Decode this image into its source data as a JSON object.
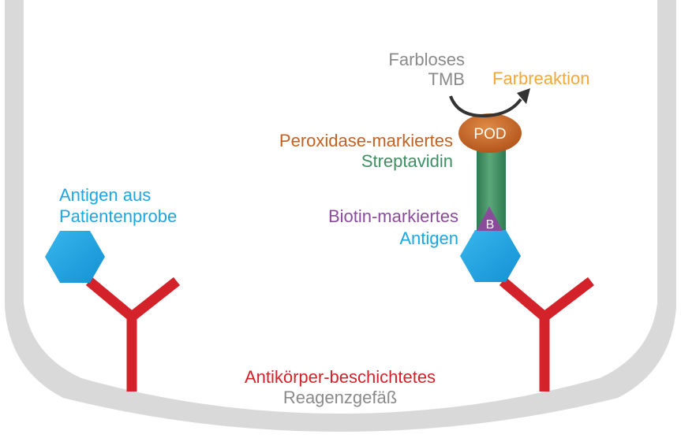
{
  "labels": {
    "farbloses_line1": "Farbloses",
    "farbloses_line2": "TMB",
    "farbreaktion": "Farbreaktion",
    "pod": "POD",
    "peroxidase_line1": "Peroxidase-markiertes",
    "peroxidase_line2": "Streptavidin",
    "biotin_line1": "Biotin-markiertes",
    "biotin_line2": "Antigen",
    "biotin_marker": "B",
    "antigen_line1": "Antigen aus",
    "antigen_line2": "Patientenprobe",
    "vessel_line1": "Antikörper-beschichtetes",
    "vessel_line2": "Reagenzgefäß"
  },
  "colors": {
    "vessel_outer": "#d9d9da",
    "vessel_inner": "#ffffff",
    "antibody": "#d3222a",
    "antigen": "#1ca6e3",
    "streptavidin": "#3f8f63",
    "pod": "#c4611f",
    "biotin": "#8a4b9a",
    "text_gray": "#8a8a8a",
    "text_orange": "#f4a83a",
    "text_brown": "#c4611f",
    "text_green": "#3f8f63",
    "text_purple": "#8a4b9a",
    "text_blue": "#1ca6e3",
    "text_red": "#d3222a",
    "arrow": "#333333"
  }
}
